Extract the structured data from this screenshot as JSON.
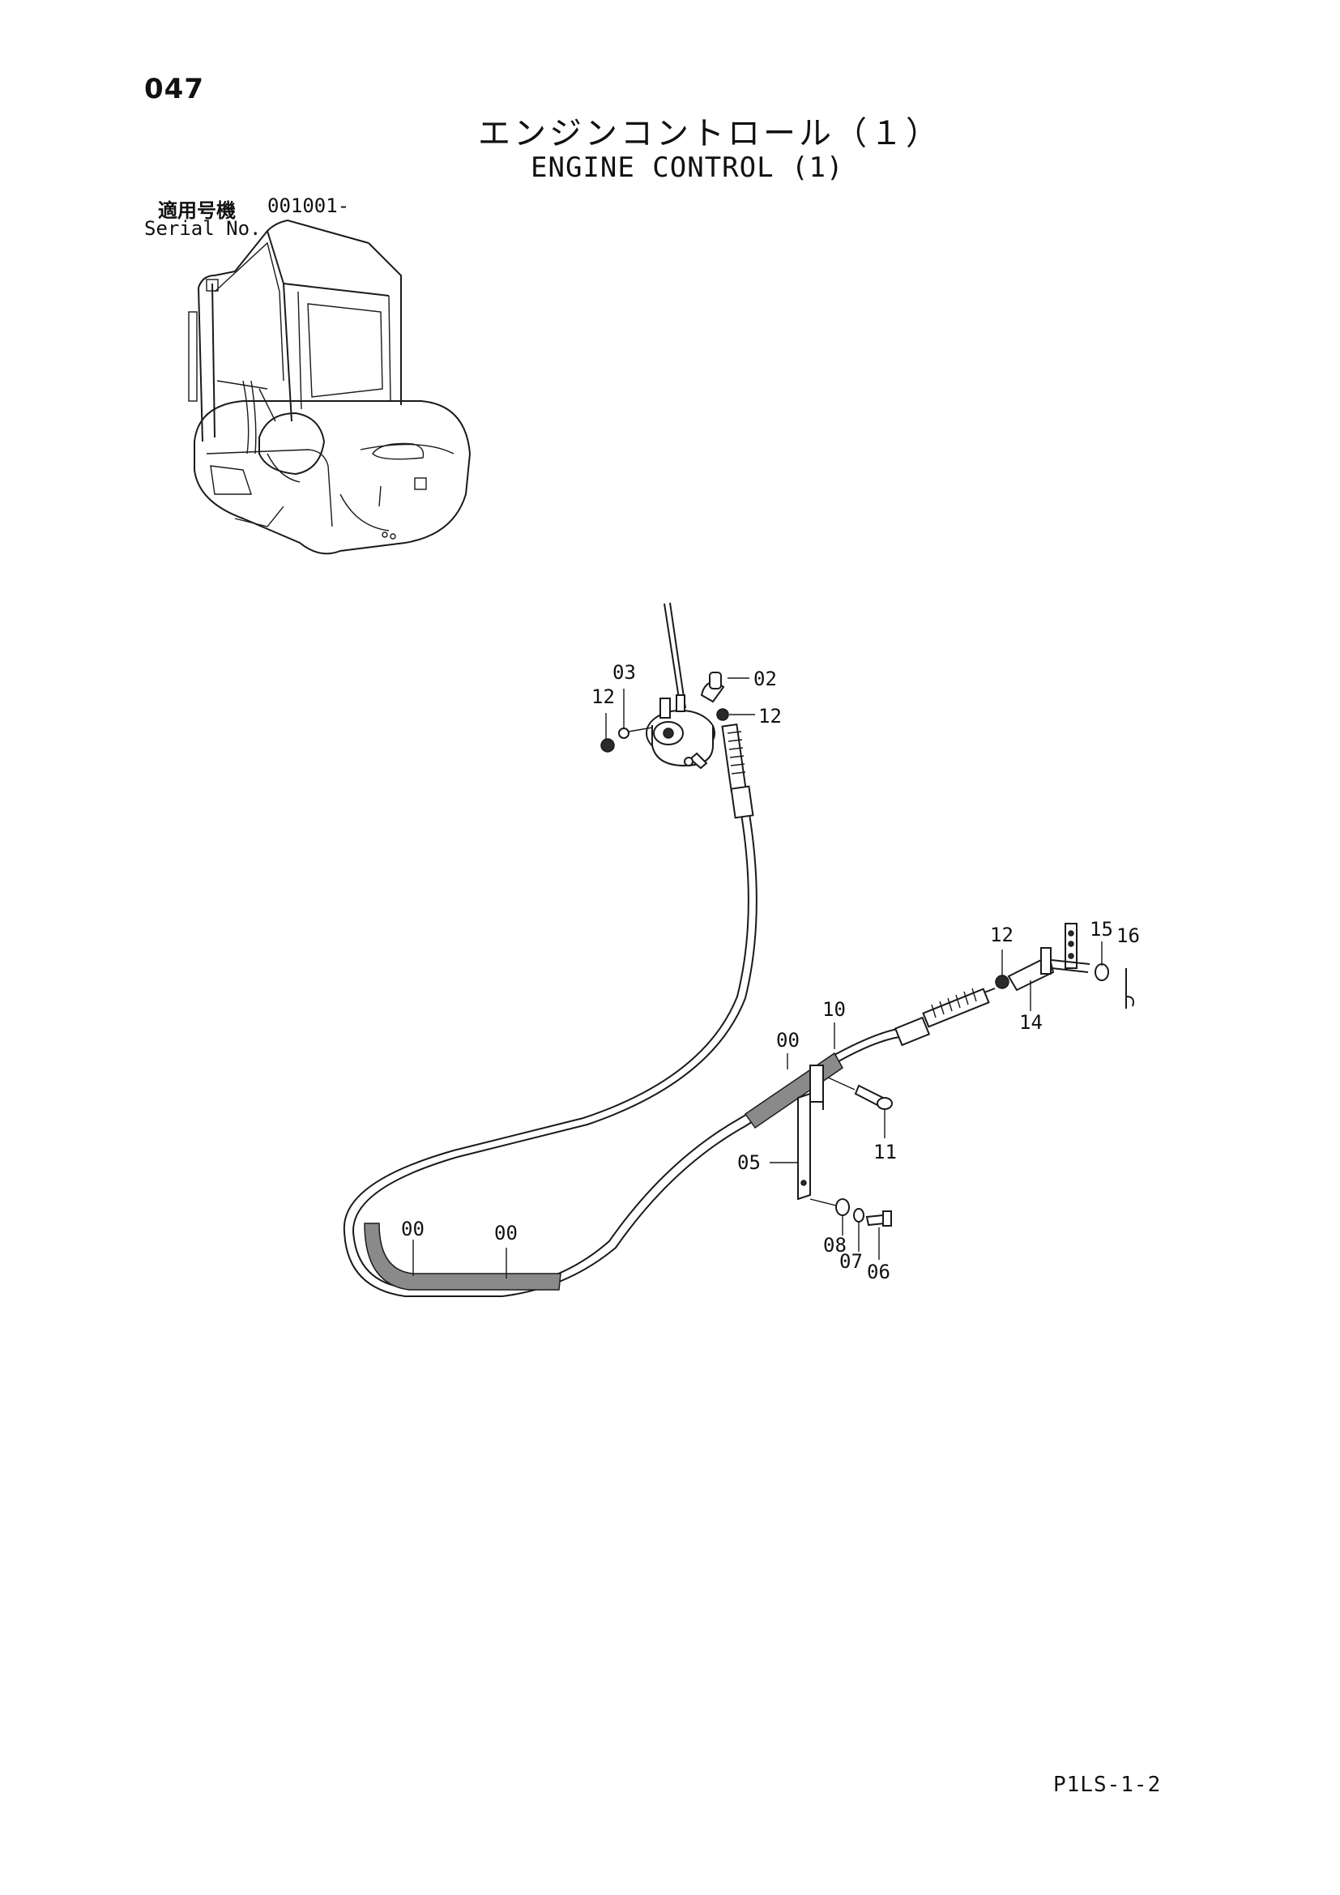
{
  "header": {
    "page_number": "047",
    "title_jp": "エンジンコントロール（１）",
    "title_en": "ENGINE CONTROL (1)",
    "serial_label_jp": "適用号機",
    "serial_value": "001001-",
    "serial_label_en": "Serial No."
  },
  "callouts": [
    "03",
    "12",
    "02",
    "12",
    "12",
    "15",
    "16",
    "14",
    "10",
    "00",
    "11",
    "05",
    "08",
    "07",
    "06",
    "00",
    "00"
  ],
  "footer": {
    "sheet_code": "P1LS-1-2"
  }
}
